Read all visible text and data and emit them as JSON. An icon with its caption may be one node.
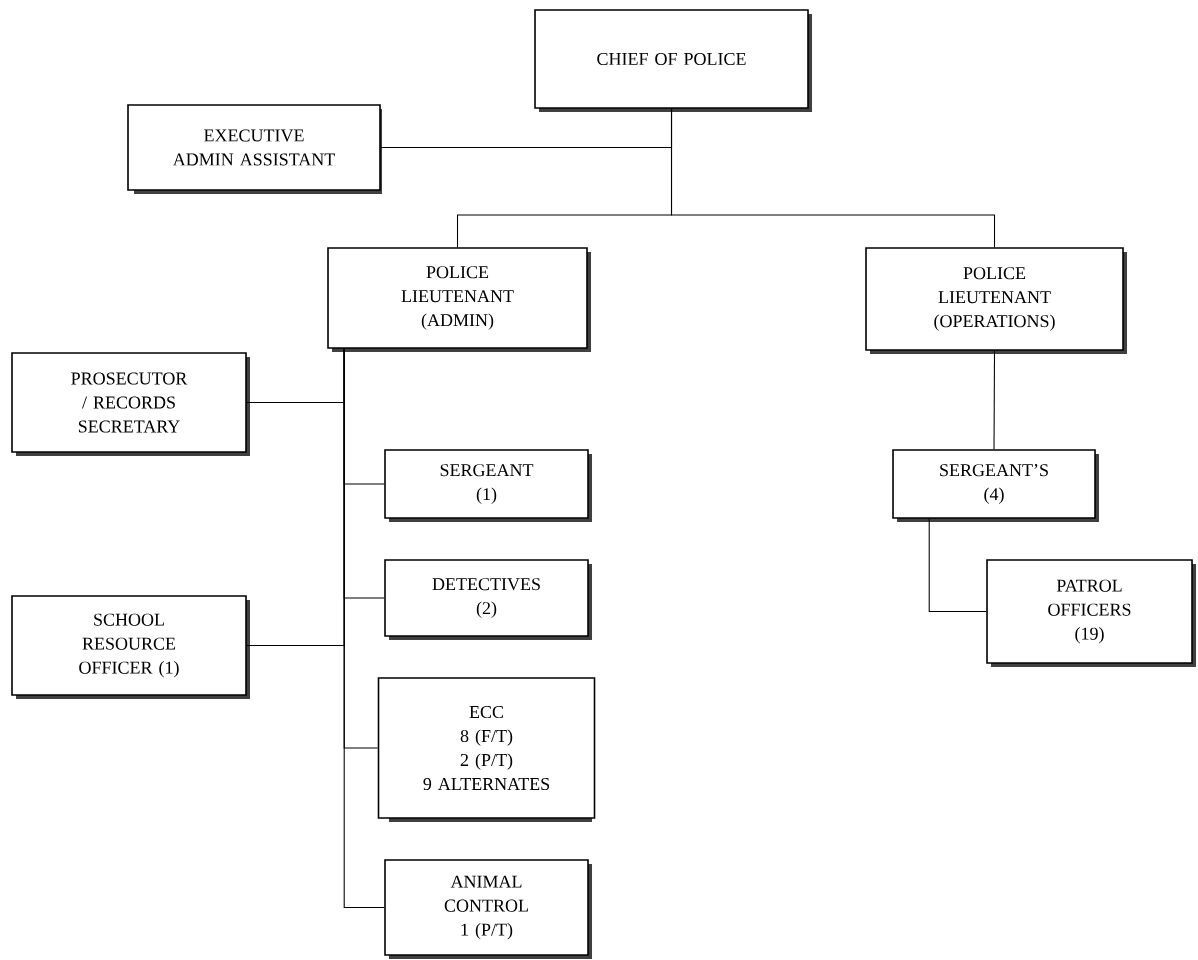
{
  "diagram": {
    "nodes": [
      {
        "text": [
          "CHIEF OF POLICE"
        ]
      },
      {
        "text": [
          "EXECUTIVE",
          "ADMIN ASSISTANT"
        ]
      },
      {
        "text": [
          "POLICE LIEUTENANT",
          "(ADMIN)"
        ]
      },
      {
        "text": [
          "POLICE LIEUTENANT",
          "(OPERATIONS)"
        ]
      },
      {
        "text": [
          "PROSECUTOR / RECORDS SECRETARY"
        ]
      },
      {
        "text": [
          "SERGEANT",
          "(1)"
        ]
      },
      {
        "text": [
          "DETECTIVES",
          "(2)"
        ]
      },
      {
        "text": [
          "SCHOOL RESOURCE OFFICER (1)"
        ]
      },
      {
        "text": [
          "ECC",
          "8 (F/T)",
          "2 (P/T)",
          "9 ALTERNATES"
        ]
      },
      {
        "text": [
          "ANIMAL CONTROL",
          "1 (P/T)"
        ]
      },
      {
        "text": [
          "SERGEANT’S",
          "(4)"
        ]
      },
      {
        "text": [
          "PATROL OFFICERS",
          "(19)"
        ]
      }
    ],
    "edges": [
      {
        "from": 0,
        "to": 1,
        "arrow": "none"
      },
      {
        "from": 0,
        "to": 2,
        "arrow": "none"
      },
      {
        "from": 0,
        "to": 3,
        "arrow": "none"
      },
      {
        "from": 2,
        "to": 4,
        "arrow": "none"
      },
      {
        "from": 2,
        "to": 5,
        "arrow": "none"
      },
      {
        "from": 2,
        "to": 6,
        "arrow": "none"
      },
      {
        "from": 2,
        "to": 7,
        "arrow": "none"
      },
      {
        "from": 2,
        "to": 8,
        "arrow": "none"
      },
      {
        "from": 2,
        "to": 9,
        "arrow": "none"
      },
      {
        "from": 3,
        "to": 10,
        "arrow": "none"
      },
      {
        "from": 10,
        "to": 11,
        "arrow": "none"
      }
    ]
  }
}
